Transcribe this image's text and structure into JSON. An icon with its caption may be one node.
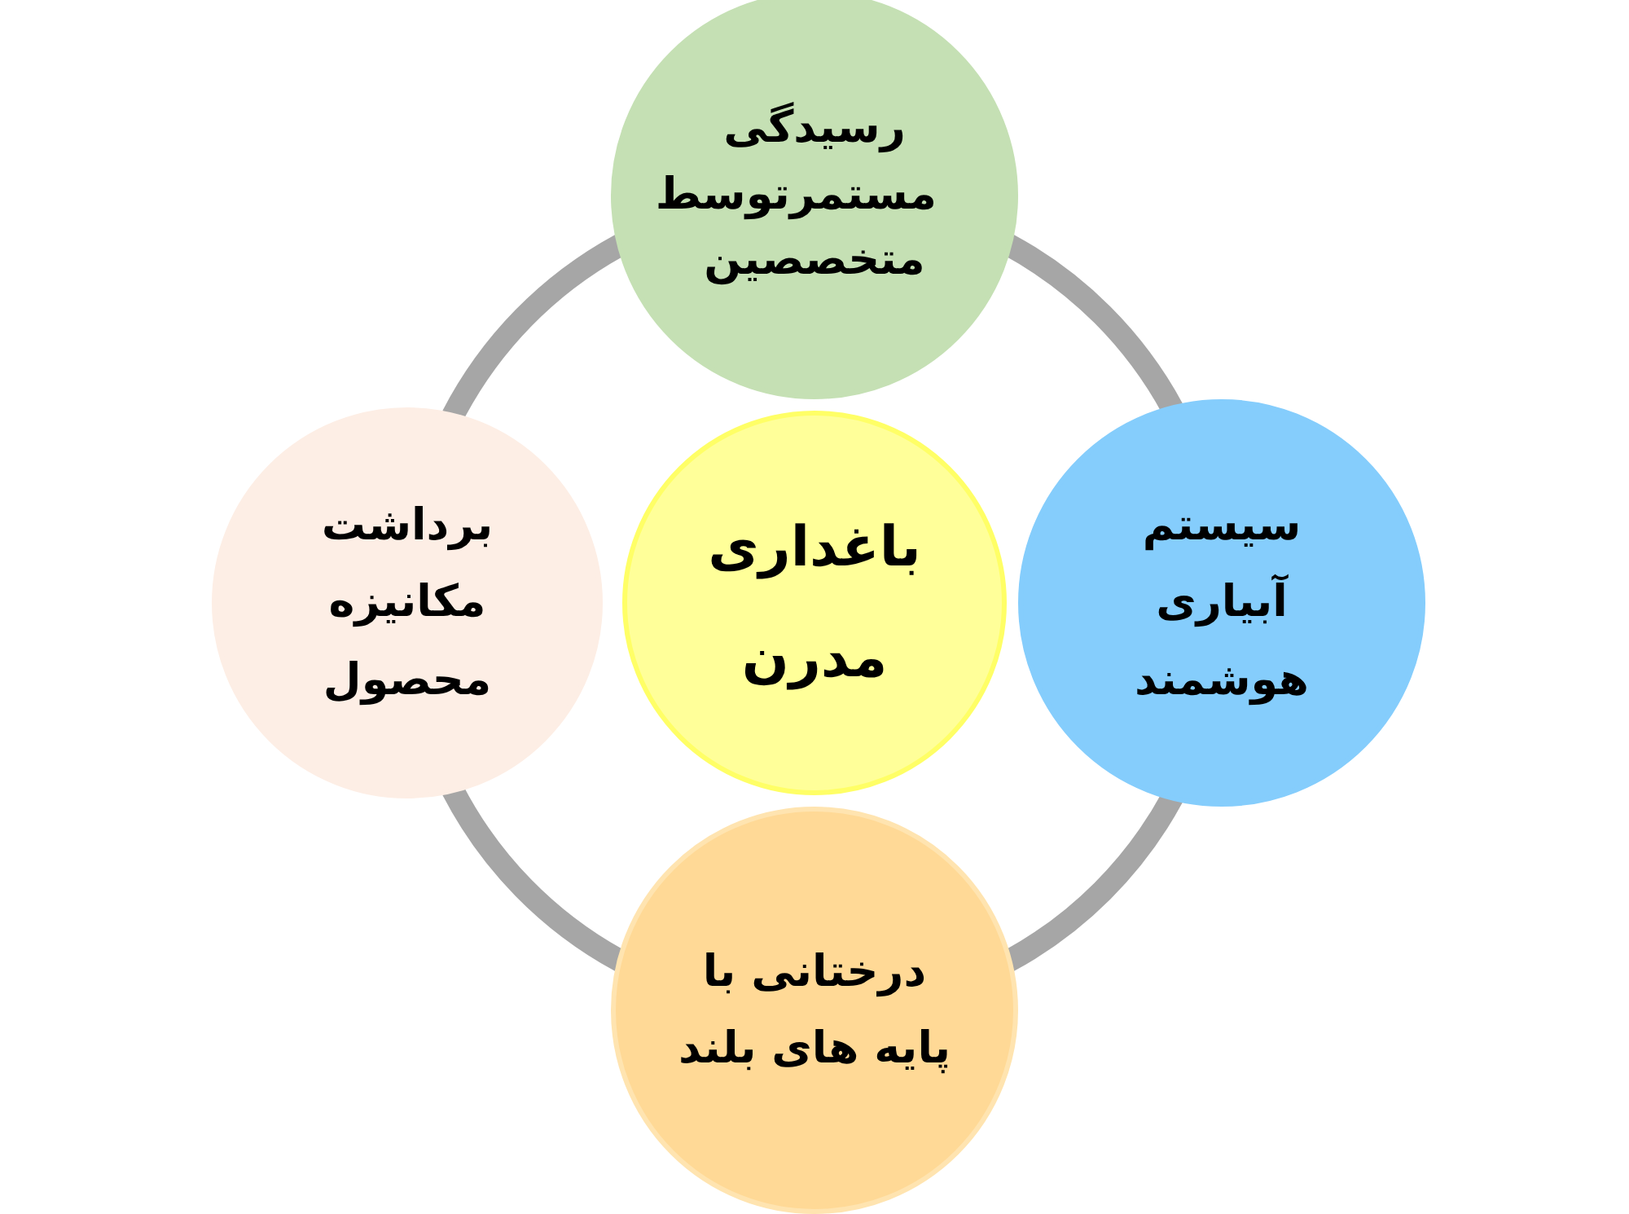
{
  "diagram": {
    "nodes": [
      {
        "text": [
          "رسیدگی مستمرتوسط متخصصین"
        ]
      },
      {
        "text": [
          "برداشت مکانیزه محصول"
        ]
      },
      {
        "text": [
          "باغداری مدرن"
        ]
      },
      {
        "text": [
          "سیستم آبیاری هوشمند"
        ]
      },
      {
        "text": [
          "درختانی با پایه های بلند"
        ]
      }
    ],
    "edges": [
      {
        "from": 0,
        "to": 3,
        "arrow": "none"
      },
      {
        "from": 3,
        "to": 4,
        "arrow": "none"
      },
      {
        "from": 4,
        "to": 1,
        "arrow": "none"
      },
      {
        "from": 1,
        "to": 0,
        "arrow": "none"
      }
    ]
  }
}
